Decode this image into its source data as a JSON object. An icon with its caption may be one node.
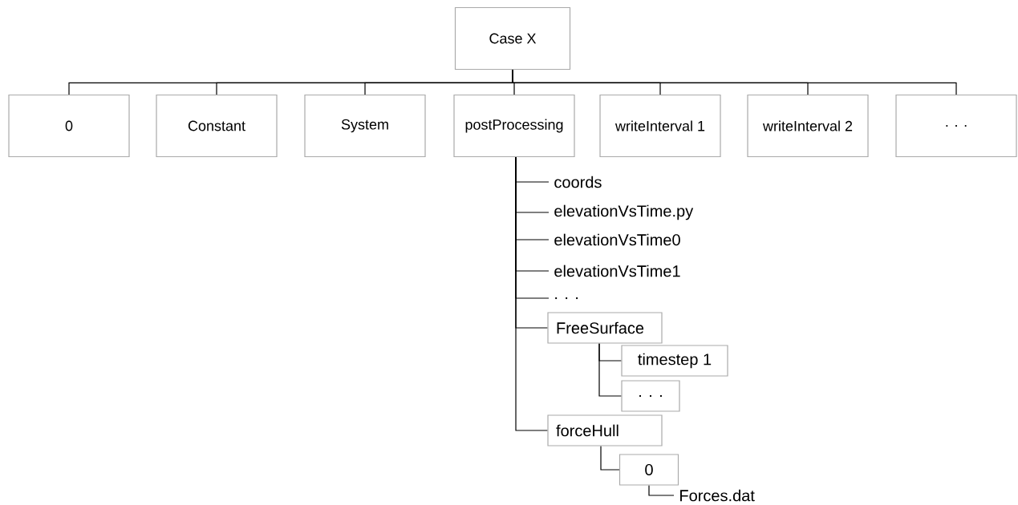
{
  "diagram": {
    "nodes": [
      {
        "text": [
          "Case X"
        ]
      },
      {
        "text": [
          "0"
        ]
      },
      {
        "text": [
          "Constant"
        ]
      },
      {
        "text": [
          "System"
        ]
      },
      {
        "text": [
          "postProcessing"
        ]
      },
      {
        "text": [
          "writeInterval 1"
        ]
      },
      {
        "text": [
          "writeInterval 2"
        ]
      },
      {
        "text": [
          ". . ."
        ]
      },
      {
        "text": [
          "coords"
        ]
      },
      {
        "text": [
          "elevationVsTime.py"
        ]
      },
      {
        "text": [
          "elevationVsTime0"
        ]
      },
      {
        "text": [
          "elevationVsTime1"
        ]
      },
      {
        "text": [
          ". . ."
        ]
      },
      {
        "text": [
          "FreeSurface"
        ]
      },
      {
        "text": [
          "timestep 1"
        ]
      },
      {
        "text": [
          ". . ."
        ]
      },
      {
        "text": [
          "forceHull"
        ]
      },
      {
        "text": [
          "0"
        ]
      },
      {
        "text": [
          "Forces.dat"
        ]
      }
    ],
    "edges": [
      {
        "from": 0,
        "to": 1,
        "arrow": "none"
      },
      {
        "from": 0,
        "to": 2,
        "arrow": "none"
      },
      {
        "from": 0,
        "to": 3,
        "arrow": "none"
      },
      {
        "from": 0,
        "to": 4,
        "arrow": "none"
      },
      {
        "from": 0,
        "to": 5,
        "arrow": "none"
      },
      {
        "from": 0,
        "to": 6,
        "arrow": "none"
      },
      {
        "from": 0,
        "to": 7,
        "arrow": "none"
      },
      {
        "from": 4,
        "to": 8,
        "arrow": "none"
      },
      {
        "from": 4,
        "to": 9,
        "arrow": "none"
      },
      {
        "from": 4,
        "to": 10,
        "arrow": "none"
      },
      {
        "from": 4,
        "to": 11,
        "arrow": "none"
      },
      {
        "from": 4,
        "to": 12,
        "arrow": "none"
      },
      {
        "from": 4,
        "to": 13,
        "arrow": "none"
      },
      {
        "from": 4,
        "to": 16,
        "arrow": "none"
      },
      {
        "from": 13,
        "to": 14,
        "arrow": "none"
      },
      {
        "from": 13,
        "to": 15,
        "arrow": "none"
      },
      {
        "from": 16,
        "to": 17,
        "arrow": "none"
      },
      {
        "from": 17,
        "to": 18,
        "arrow": "none"
      }
    ]
  }
}
